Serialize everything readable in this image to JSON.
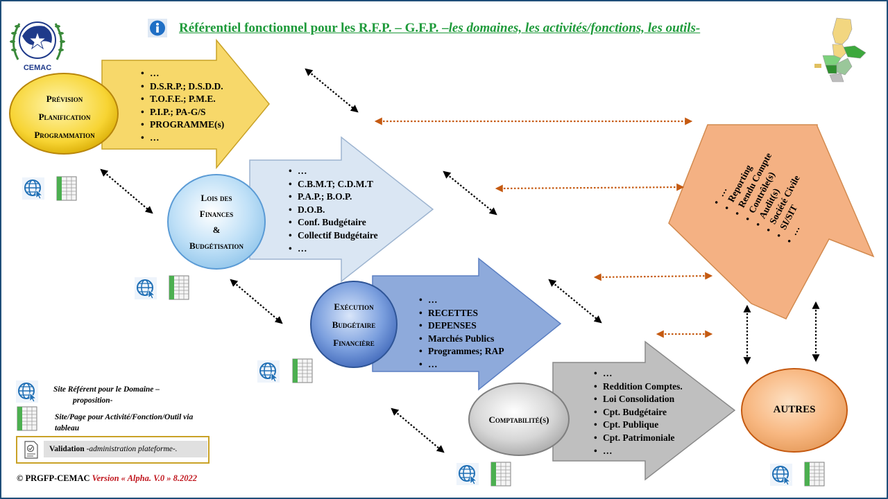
{
  "title": {
    "main": "Référentiel fonctionnel  pour les R.F.P. – G.F.P. –",
    "sub": "les domaines, les activités/fonctions, les outils-"
  },
  "domains": {
    "prevision": {
      "label": [
        "Prévision",
        "Planification",
        "Programmation"
      ],
      "items": [
        "…",
        "D.S.R.P.;  D.S.D.D.",
        "T.O.F.E.; P.M.E.",
        "P.I.P.; PA-G/S",
        "PROGRAMME(s)",
        "…"
      ],
      "color": "#f6d86b"
    },
    "lois": {
      "label": [
        "Lois des",
        "Finances",
        "&",
        "Budgétisation"
      ],
      "items": [
        "…",
        "C.B.M.T; C.D.M.T",
        "P.A.P.; B.O.P.",
        "D.O.B.",
        "Conf. Budgétaire",
        "Collectif Budgétaire",
        "…"
      ],
      "color": "#dbe7f3"
    },
    "execution": {
      "label": [
        "Exécution",
        "Budgétaire",
        "Financière"
      ],
      "items": [
        "…",
        "RECETTES",
        "DEPENSES",
        "Marchés Publics",
        "Programmes; RAP",
        "…"
      ],
      "color": "#8ea9db"
    },
    "comptabilite": {
      "label": [
        "Comptabilité(s)"
      ],
      "items": [
        "…",
        "Reddition Comptes.",
        "Loi Consolidation",
        "Cpt. Budgétaire",
        "Cpt. Publique",
        "Cpt. Patrimoniale",
        "…"
      ],
      "color": "#bfbfbf"
    },
    "autres": {
      "label": [
        "AUTRES"
      ],
      "items": [
        "…",
        "Reporting",
        "Rendu Compte",
        "Contrôle(s)",
        "Audit(s)",
        "Société Civile",
        "SI/SIT",
        "…"
      ],
      "color": "#f4b183"
    }
  },
  "legend": {
    "site": [
      "Site Référent pour le Domaine –",
      "proposition-"
    ],
    "page": [
      "Site/Page pour Activité/Fonction/Outil via",
      "tableau"
    ],
    "validation_bold": "Validation",
    "validation_rest": " -administration plateforme-."
  },
  "footer": {
    "copyright": "© PRGFP-CEMAC",
    "version": "Version « Alpha. V.0 » 8.2022"
  },
  "logo": {
    "text": "CEMAC"
  },
  "icons": {
    "globe": "globe-cursor-icon",
    "sheet": "spreadsheet-icon",
    "info": "info-icon",
    "validation": "validation-document-icon"
  }
}
